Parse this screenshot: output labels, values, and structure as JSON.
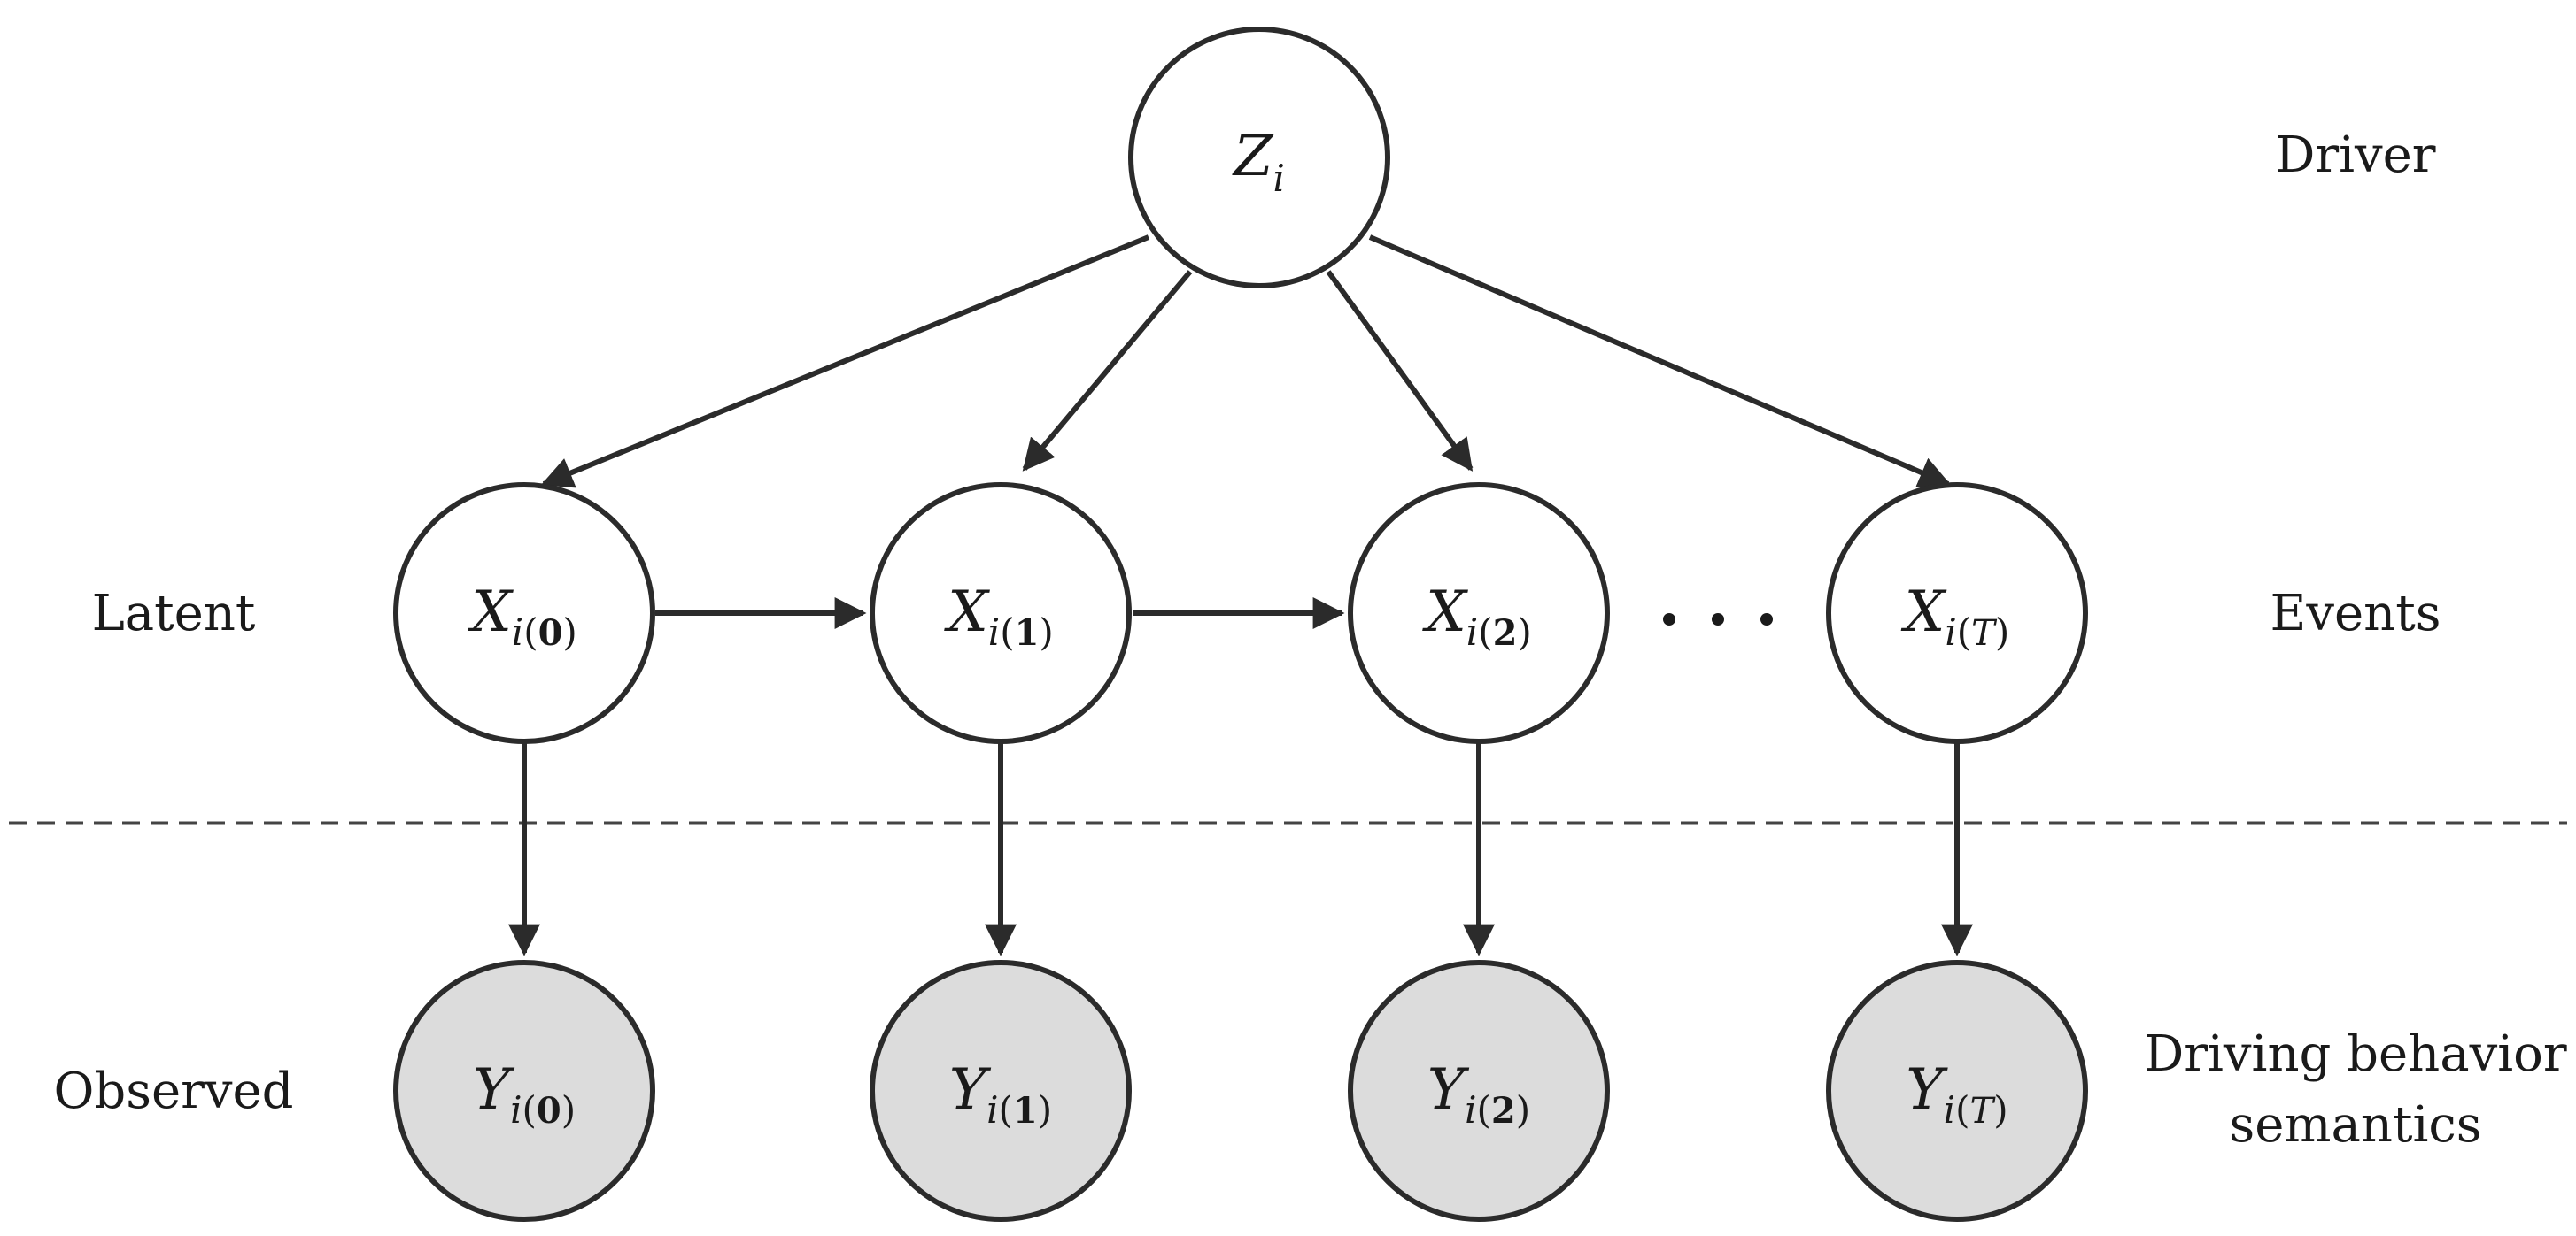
{
  "labels": {
    "driver": "Driver",
    "latent": "Latent",
    "events": "Events",
    "observed": "Observed",
    "semantics_line1": "Driving behavior",
    "semantics_line2": "semantics"
  },
  "top_node": {
    "symbol": "Z",
    "subscript": "i"
  },
  "latent_nodes": [
    {
      "symbol": "X",
      "subscript": "i",
      "index": "0"
    },
    {
      "symbol": "X",
      "subscript": "i",
      "index": "1"
    },
    {
      "symbol": "X",
      "subscript": "i",
      "index": "2"
    },
    {
      "symbol": "X",
      "subscript": "i",
      "index": "T"
    }
  ],
  "observed_nodes": [
    {
      "symbol": "Y",
      "subscript": "i",
      "index": "0"
    },
    {
      "symbol": "Y",
      "subscript": "i",
      "index": "1"
    },
    {
      "symbol": "Y",
      "subscript": "i",
      "index": "2"
    },
    {
      "symbol": "Y",
      "subscript": "i",
      "index": "T"
    }
  ],
  "colors": {
    "observed_fill": "#dcdcdc",
    "latent_fill": "#ffffff",
    "stroke": "#2b2b2b"
  }
}
